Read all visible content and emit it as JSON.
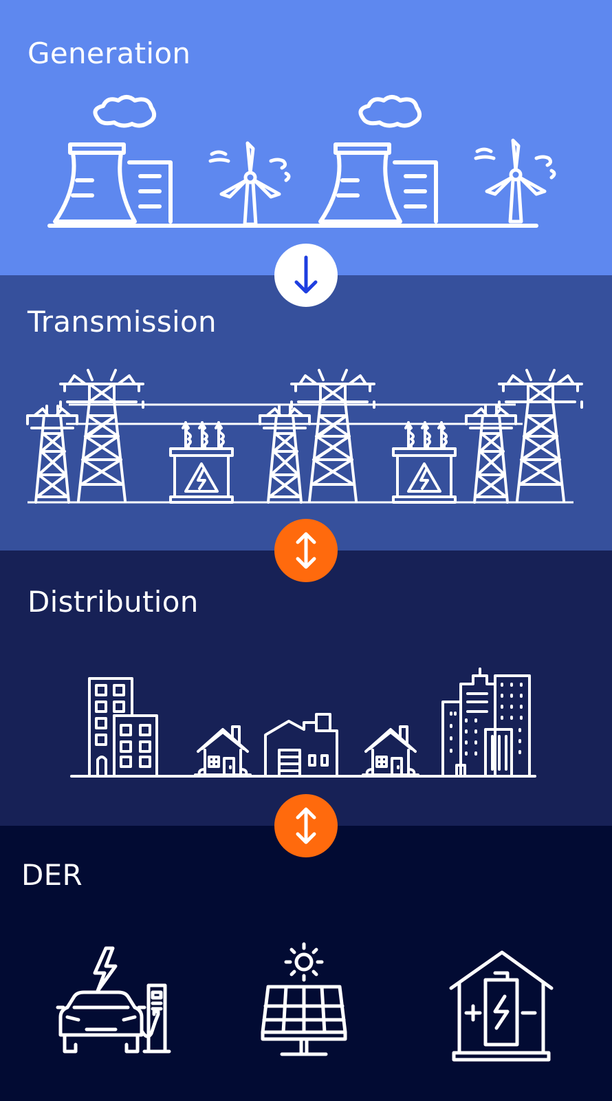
{
  "sections": {
    "generation": "Generation",
    "transmission": "Transmission",
    "distribution": "Distribution",
    "der": "DER"
  },
  "colors": {
    "generation_bg": "#5e88ef",
    "transmission_bg": "#36509c",
    "distribution_bg": "#172156",
    "der_bg": "#020b33",
    "arrow_down": "#1f3fe0",
    "connector_orange": "#ff6a0d",
    "line": "#ffffff"
  },
  "connectors": [
    {
      "icon": "arrow-down-icon",
      "direction": "down"
    },
    {
      "icon": "arrow-up-down-icon",
      "direction": "bidirectional"
    },
    {
      "icon": "arrow-up-down-icon",
      "direction": "bidirectional"
    }
  ],
  "icons": {
    "generation": [
      "power-plant-icon",
      "wind-turbine-icon",
      "power-plant-icon",
      "wind-turbine-icon"
    ],
    "transmission": [
      "transmission-tower-icon",
      "transformer-icon"
    ],
    "distribution": [
      "office-building-icon",
      "house-icon",
      "factory-icon",
      "house-icon",
      "city-skyline-icon"
    ],
    "der": [
      "ev-charging-icon",
      "solar-panel-icon",
      "home-battery-icon"
    ]
  }
}
